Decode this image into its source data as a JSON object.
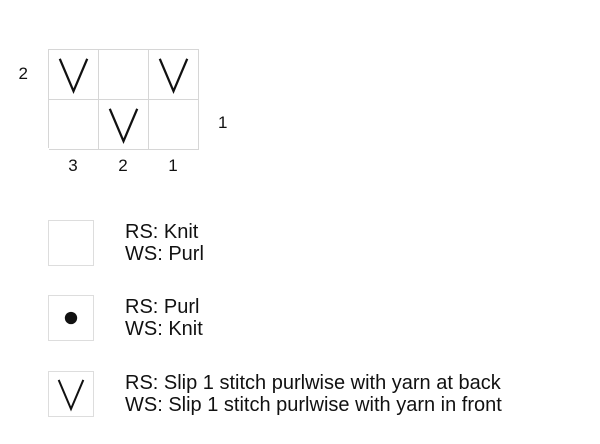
{
  "chart": {
    "rows": [
      {
        "row_number": "2",
        "number_side": "left",
        "cells": [
          "slip",
          "knit",
          "slip"
        ]
      },
      {
        "row_number": "1",
        "number_side": "right",
        "cells": [
          "knit",
          "slip",
          "knit"
        ]
      }
    ],
    "column_numbers": [
      "3",
      "2",
      "1"
    ]
  },
  "legend": [
    {
      "symbol": "knit",
      "rs_label": "RS: Knit",
      "ws_label": "WS: Purl"
    },
    {
      "symbol": "purl",
      "rs_label": "RS: Purl",
      "ws_label": "WS: Knit"
    },
    {
      "symbol": "slip",
      "rs_label": "RS: Slip 1 stitch purlwise with yarn at back",
      "ws_label": "WS: Slip 1 stitch purlwise with yarn in front"
    }
  ],
  "colors": {
    "background": "#ffffff",
    "grid_line": "#d6d6d6",
    "legend_box_border": "#dddddd",
    "symbol": "#111111",
    "text": "#111111"
  }
}
